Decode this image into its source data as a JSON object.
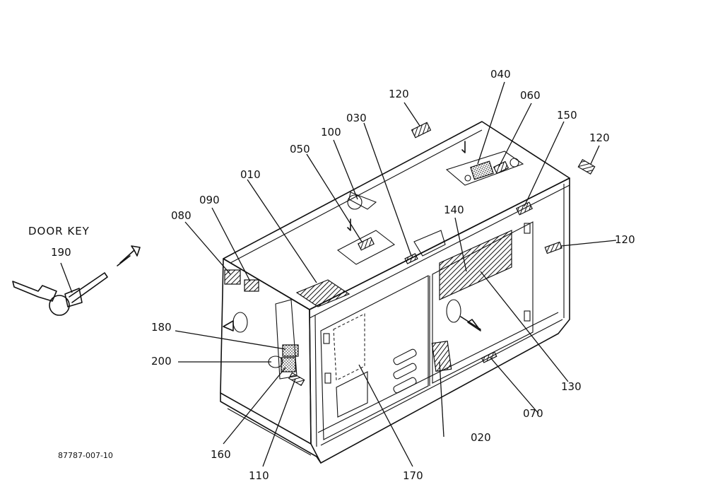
{
  "caption": "DOOR KEY",
  "reference_number": "87787-007-10",
  "callouts": [
    {
      "id": "c010",
      "label": "010"
    },
    {
      "id": "c020",
      "label": "020"
    },
    {
      "id": "c030",
      "label": "030"
    },
    {
      "id": "c040",
      "label": "040"
    },
    {
      "id": "c050",
      "label": "050"
    },
    {
      "id": "c060",
      "label": "060"
    },
    {
      "id": "c070",
      "label": "070"
    },
    {
      "id": "c080",
      "label": "080"
    },
    {
      "id": "c090",
      "label": "090"
    },
    {
      "id": "c100",
      "label": "100"
    },
    {
      "id": "c110",
      "label": "110"
    },
    {
      "id": "c120a",
      "label": "120"
    },
    {
      "id": "c120b",
      "label": "120"
    },
    {
      "id": "c120c",
      "label": "120"
    },
    {
      "id": "c130",
      "label": "130"
    },
    {
      "id": "c140",
      "label": "140"
    },
    {
      "id": "c150",
      "label": "150"
    },
    {
      "id": "c160",
      "label": "160"
    },
    {
      "id": "c170",
      "label": "170"
    },
    {
      "id": "c180",
      "label": "180"
    },
    {
      "id": "c190",
      "label": "190"
    },
    {
      "id": "c200",
      "label": "200"
    }
  ]
}
